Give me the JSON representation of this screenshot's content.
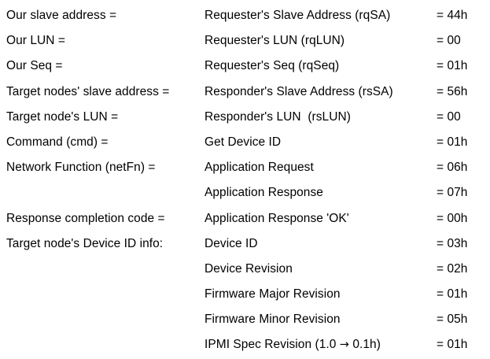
{
  "document": {
    "kind": "field-mapping-table",
    "background_color": "#ffffff",
    "text_color": "#000000",
    "columns": {
      "local_header": "",
      "spec_header": "",
      "value_header": ""
    },
    "rows": [
      {
        "local": "Our slave address =",
        "spec": "Requester's Slave Address (rqSA)",
        "value": "= 44h"
      },
      {
        "local": "Our LUN =",
        "spec": "Requester's LUN (rqLUN)",
        "value": "= 00"
      },
      {
        "local": "Our Seq =",
        "spec": "Requester's Seq (rqSeq)",
        "value": "= 01h"
      },
      {
        "local": "Target nodes' slave address =",
        "spec": "Responder's Slave Address (rsSA)",
        "value": "= 56h"
      },
      {
        "local": "Target node's LUN =",
        "spec": "Responder's LUN  (rsLUN)",
        "value": "= 00"
      },
      {
        "local": "Command (cmd) =",
        "spec": "Get Device ID",
        "value": "= 01h"
      },
      {
        "local": "Network Function (netFn) =",
        "spec": "Application Request",
        "value": "= 06h"
      },
      {
        "local": "",
        "spec": "Application Response",
        "value": "= 07h"
      },
      {
        "local": "Response completion code =",
        "spec": "Application Response 'OK'",
        "value": "= 00h"
      },
      {
        "local": "Target node's Device ID info:",
        "spec": "Device ID",
        "value": "= 03h"
      },
      {
        "local": "",
        "spec": "Device Revision",
        "value": "= 02h"
      },
      {
        "local": "",
        "spec": "Firmware Major Revision",
        "value": "= 01h"
      },
      {
        "local": "",
        "spec": "Firmware Minor Revision",
        "value": "= 05h"
      },
      {
        "local": "",
        "spec": "IPMI Spec Revision (1.0 → 0.1h)",
        "value": "= 01h"
      }
    ]
  }
}
